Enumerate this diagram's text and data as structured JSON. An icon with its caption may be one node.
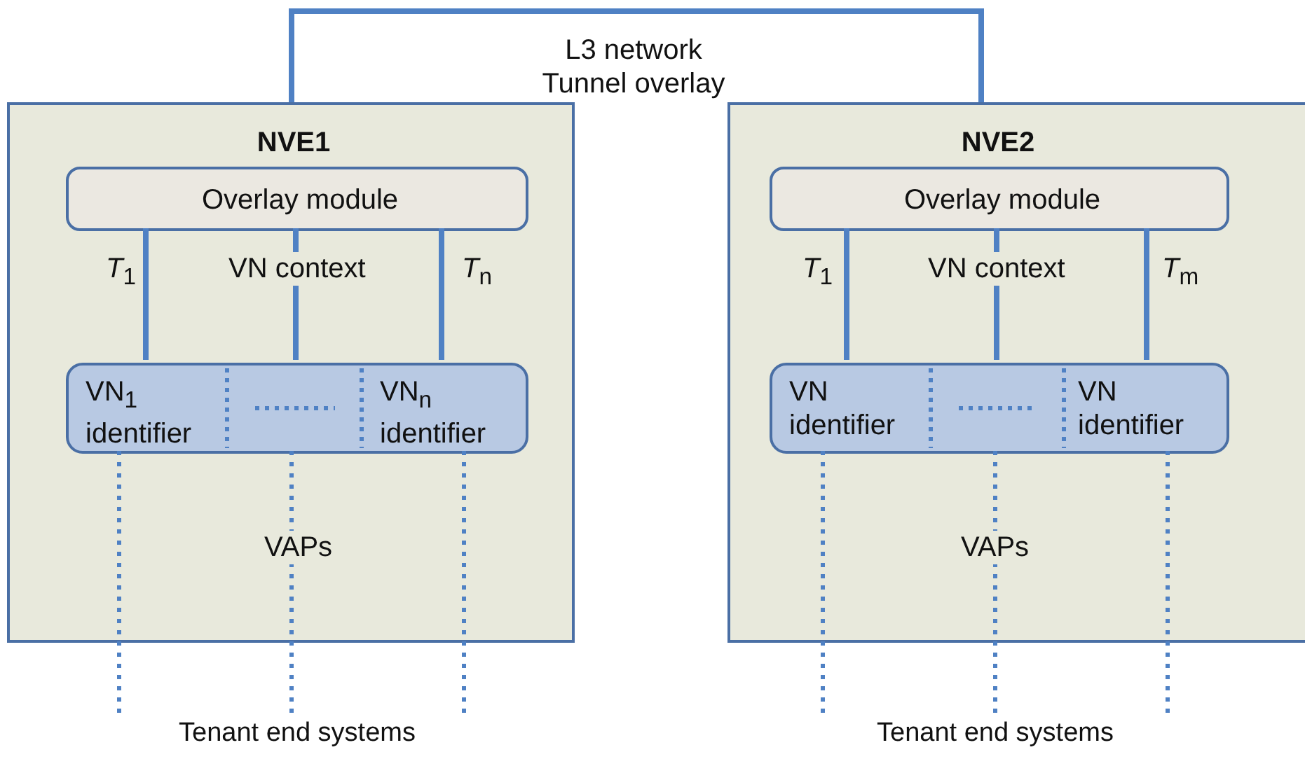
{
  "diagram": {
    "nodes": [
      {
        "text": [
          "NVE1"
        ]
      },
      {
        "text": [
          "Overlay module"
        ],
        "in": 0
      },
      {
        "text": [
          "VN$_{1}$ identifier",
          "VN$_{n}$ identifier"
        ],
        "in": 0
      },
      {
        "text": [
          "NVE2"
        ]
      },
      {
        "text": [
          "Overlay module"
        ],
        "in": 3
      },
      {
        "text": [
          "VN identifier",
          "VN identifier"
        ],
        "in": 3
      },
      {
        "text": [
          "Tenant end systems"
        ]
      },
      {
        "text": [
          "Tenant end systems"
        ]
      }
    ],
    "edges": [
      {
        "from": 0,
        "to": 3,
        "arrow": "none",
        "label": "L3 network Tunnel overlay"
      },
      {
        "from": 1,
        "to": 2,
        "arrow": "none",
        "label": "*T*$_{1}$"
      },
      {
        "from": 1,
        "to": 2,
        "arrow": "none",
        "label": "VN context"
      },
      {
        "from": 1,
        "to": 2,
        "arrow": "none",
        "label": "*T*$_{n}$"
      },
      {
        "from": 2,
        "to": 6,
        "arrow": "none",
        "style": "dashed"
      },
      {
        "from": 2,
        "to": 6,
        "arrow": "none",
        "style": "dashed",
        "label": "VAPs"
      },
      {
        "from": 2,
        "to": 6,
        "arrow": "none",
        "style": "dashed"
      },
      {
        "from": 4,
        "to": 5,
        "arrow": "none",
        "label": "*T*$_{1}$"
      },
      {
        "from": 4,
        "to": 5,
        "arrow": "none",
        "label": "VN context"
      },
      {
        "from": 4,
        "to": 5,
        "arrow": "none",
        "label": "*T*$_{m}$"
      },
      {
        "from": 5,
        "to": 7,
        "arrow": "none",
        "style": "dashed"
      },
      {
        "from": 5,
        "to": 7,
        "arrow": "none",
        "style": "dashed",
        "label": "VAPs"
      },
      {
        "from": 5,
        "to": 7,
        "arrow": "none",
        "style": "dashed"
      }
    ]
  }
}
